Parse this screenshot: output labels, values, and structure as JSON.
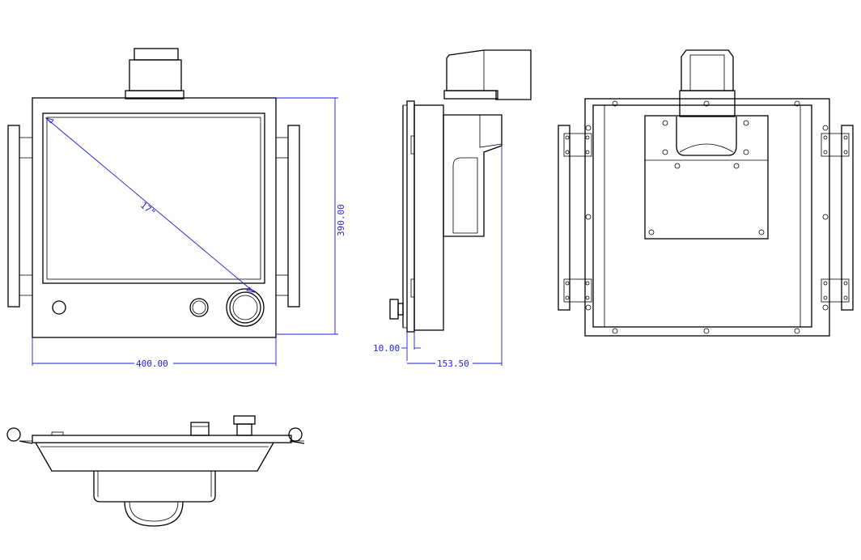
{
  "drawing": {
    "colors": {
      "line": "#000000",
      "dimension": "#1f1fd6",
      "background": "#ffffff"
    },
    "dimensions": {
      "screen_diagonal": "17\"",
      "front_height": "390.00",
      "front_width": "400.00",
      "flange_thickness": "10.00",
      "depth": "153.50"
    }
  }
}
